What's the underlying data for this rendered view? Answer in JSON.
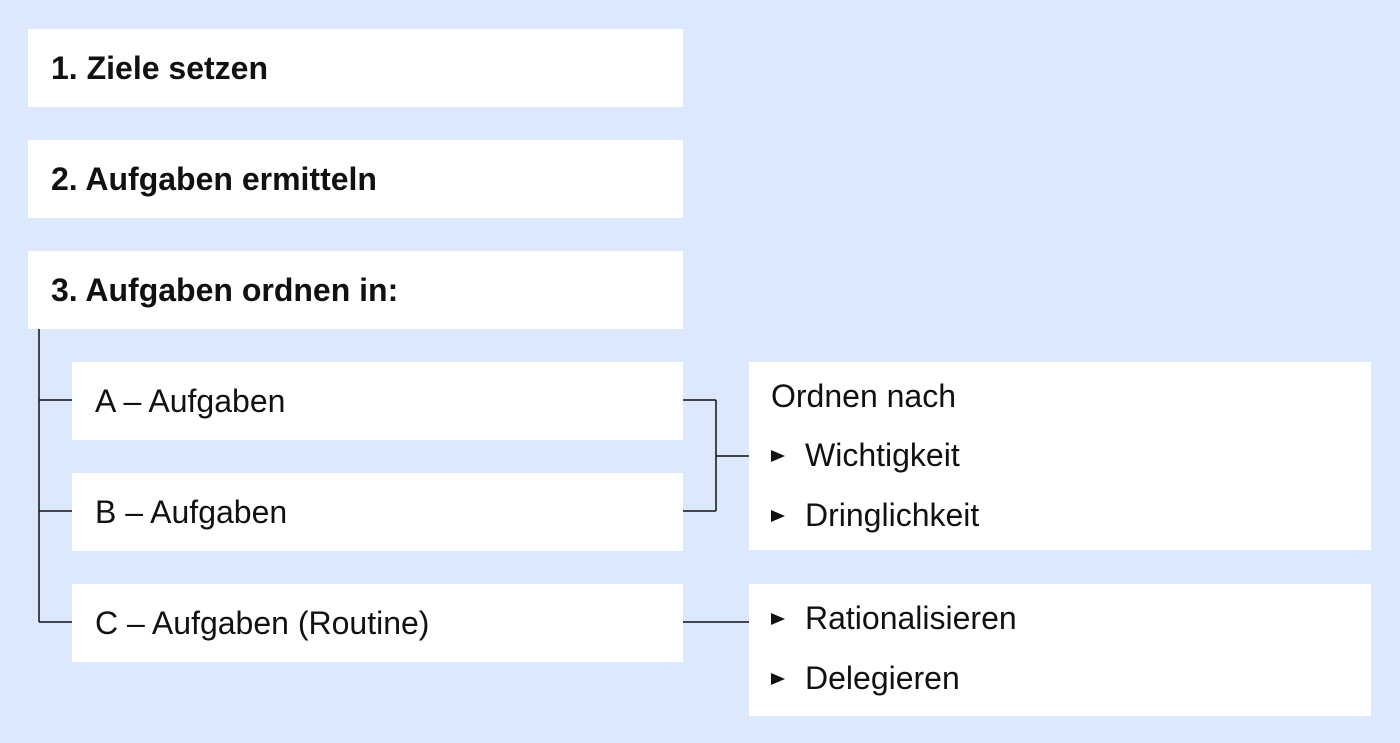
{
  "steps": [
    {
      "label": "1. Ziele setzen"
    },
    {
      "label": "2. Aufgaben ermitteln"
    },
    {
      "label": "3. Aufgaben ordnen in:"
    }
  ],
  "categories": [
    {
      "label": "A – Aufgaben"
    },
    {
      "label": "B – Aufgaben"
    },
    {
      "label": "C – Aufgaben (Routine)"
    }
  ],
  "ab_actions": {
    "heading": "Ordnen nach",
    "items": [
      "Wichtigkeit",
      "Dringlichkeit"
    ]
  },
  "c_actions": {
    "items": [
      "Rationalisieren",
      "Delegieren"
    ]
  },
  "colors": {
    "background": "#dce8fb",
    "box": "#ffffff",
    "text": "#111111"
  }
}
